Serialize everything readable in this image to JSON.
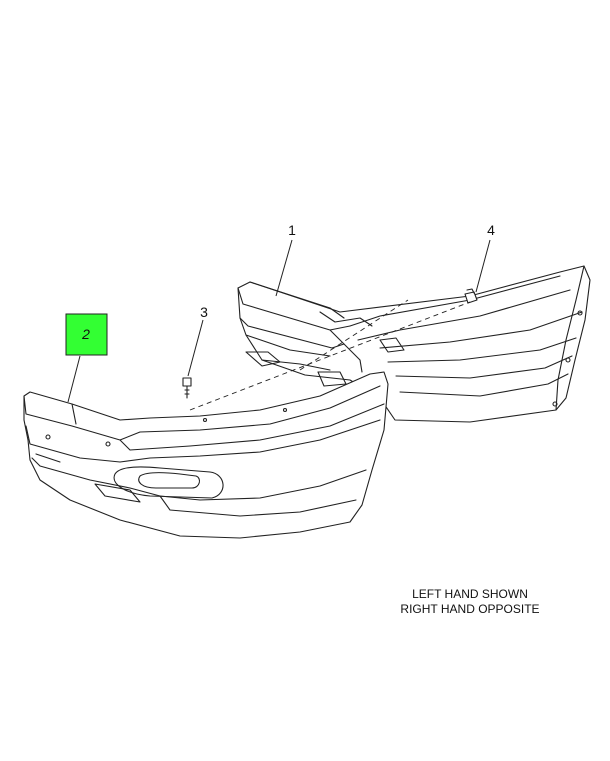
{
  "callouts": {
    "c1": "1",
    "c2": "2",
    "c3": "3",
    "c4": "4"
  },
  "highlight_color": "#33ff33",
  "note": {
    "line1": "LEFT HAND SHOWN",
    "line2": "RIGHT HAND OPPOSITE"
  }
}
